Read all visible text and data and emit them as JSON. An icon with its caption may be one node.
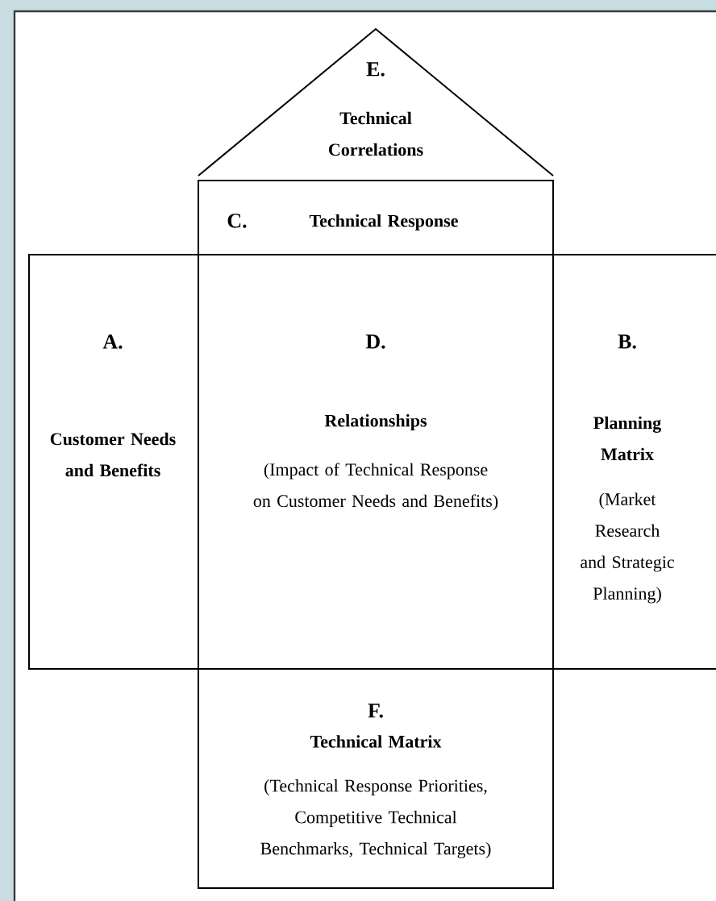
{
  "diagram": {
    "nodes": [
      {
        "text": [
          "E.",
          "Technical Correlations"
        ]
      },
      {
        "text": [
          "C.",
          "Technical Response"
        ]
      },
      {
        "text": [
          "A.",
          "Customer Needs and Benefits"
        ]
      },
      {
        "text": [
          "D.",
          "Relationships",
          "(Impact of Technical Response on Customer Needs and Benefits)"
        ]
      },
      {
        "text": [
          "B.",
          "Planning Matrix",
          "(Market Research and Strategic Planning)"
        ]
      },
      {
        "text": [
          "F.",
          "Technical Matrix",
          "(Technical Response Priorities, Competitive Technical Benchmarks, Technical Targets)"
        ]
      }
    ]
  }
}
